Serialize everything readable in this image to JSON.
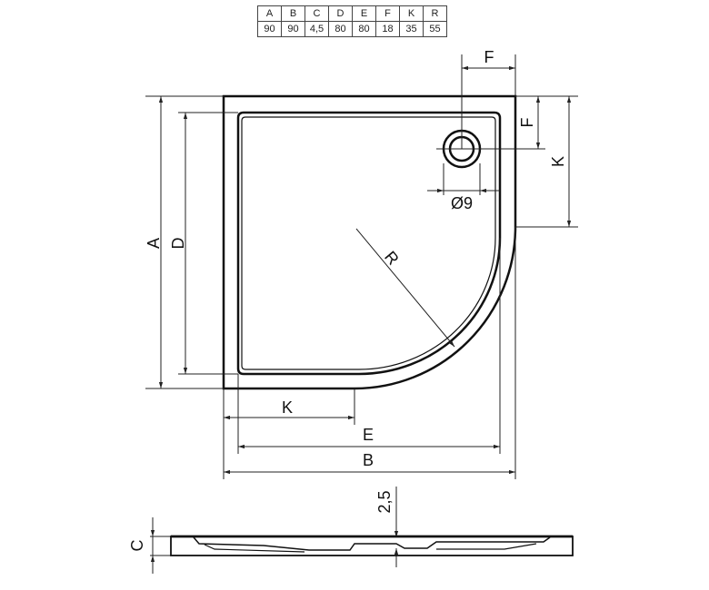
{
  "table": {
    "headers": [
      "A",
      "B",
      "C",
      "D",
      "E",
      "F",
      "K",
      "R"
    ],
    "values": [
      "90",
      "90",
      "4,5",
      "80",
      "80",
      "18",
      "35",
      "55"
    ]
  },
  "labels": {
    "A": "A",
    "B": "B",
    "C": "C",
    "D": "D",
    "E": "E",
    "F_top": "F",
    "F_side": "F",
    "K_side": "K",
    "K_bottom": "K",
    "R": "R",
    "drain": "Ø9",
    "depth": "2,5"
  }
}
